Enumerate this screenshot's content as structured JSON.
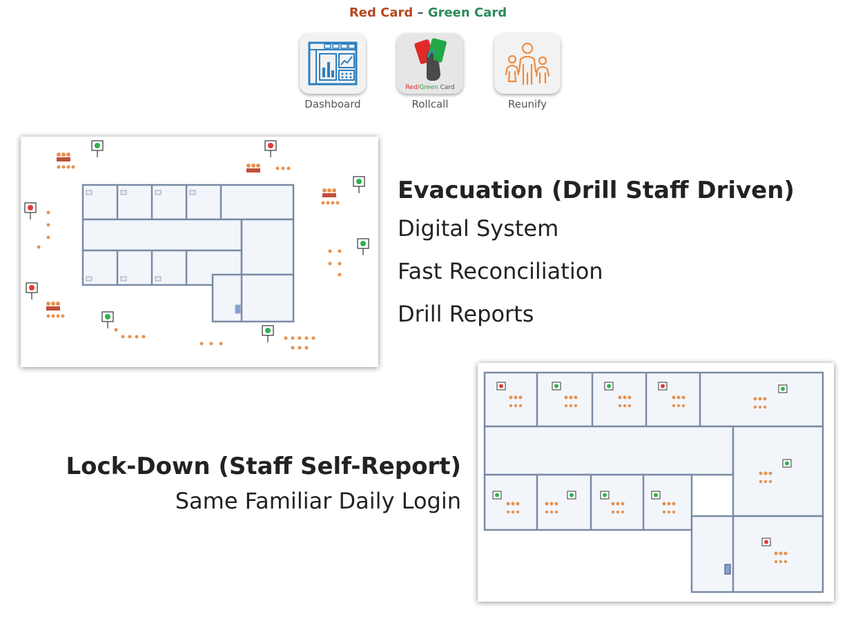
{
  "header": {
    "title_red": "Red Card",
    "title_sep": "–",
    "title_green": "Green Card"
  },
  "apps": [
    {
      "label": "Dashboard",
      "icon": "dashboard-icon"
    },
    {
      "label": "Rollcall",
      "icon": "red-green-card-icon",
      "card_text_red": "Red/",
      "card_text_green": "Green",
      "card_text_rest": " Card"
    },
    {
      "label": "Reunify",
      "icon": "family-icon"
    }
  ],
  "evacuation": {
    "heading": "Evacuation (Drill Staff Driven)",
    "items": [
      "Digital System",
      "Fast Reconciliation",
      "Drill Reports"
    ]
  },
  "lockdown": {
    "heading": "Lock-Down (Staff Self-Report)",
    "items": [
      "Same Familiar Daily Login"
    ]
  },
  "colors": {
    "red_card": "#e03a3a",
    "green_card": "#2fb24a",
    "wall": "#7a8aa5",
    "floor": "#f2f6fb",
    "title_red": "#b5471f",
    "title_green": "#2a8a5a"
  }
}
